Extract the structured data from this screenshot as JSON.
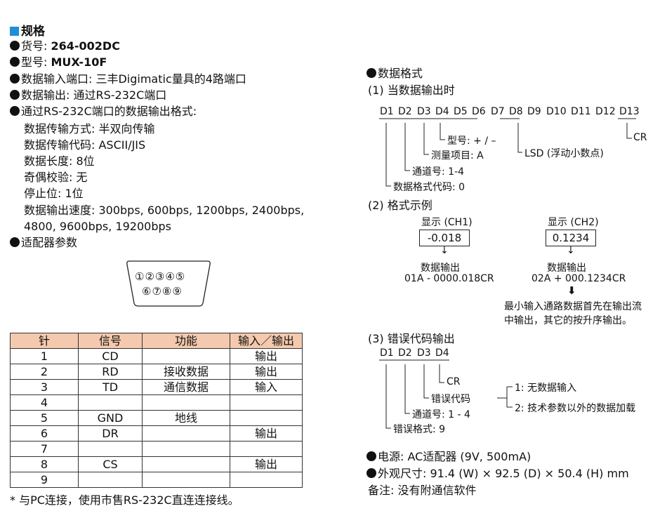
{
  "spec": {
    "heading": "规格",
    "item_no_label": "货号: ",
    "item_no": "264-002DC",
    "model_label": "型号: ",
    "model": "MUX-10F",
    "input_port": "数据输入端口: 三丰Digimatic量具的4路端口",
    "output": "数据输出: 通过RS-232C端口",
    "format_title": "通过RS-232C端口的数据输出格式:",
    "format_lines": [
      "数据传输方式: 半双向传输",
      "数据传输代码: ASCII/JIS",
      "数据长度: 8位",
      "奇偶校验: 无",
      "停止位: 1位",
      "数据输出速度: 300bps, 600bps, 1200bps, 2400bps,",
      "4800, 9600bps, 19200bps"
    ],
    "adapter_title": "适配器参数"
  },
  "connector": {
    "row1": "①②③④⑤",
    "row2": "⑥⑦⑧⑨"
  },
  "pin_table": {
    "headers": [
      "针",
      "信号",
      "功能",
      "输入／输出"
    ],
    "rows": [
      [
        "1",
        "CD",
        "",
        "输出"
      ],
      [
        "2",
        "RD",
        "接收数据",
        "输出"
      ],
      [
        "3",
        "TD",
        "通信数据",
        "输入"
      ],
      [
        "4",
        "",
        "",
        ""
      ],
      [
        "5",
        "GND",
        "地线",
        ""
      ],
      [
        "6",
        "DR",
        "",
        "输出"
      ],
      [
        "7",
        "",
        "",
        ""
      ],
      [
        "8",
        "CS",
        "",
        "输出"
      ],
      [
        "9",
        "",
        "",
        ""
      ]
    ],
    "footnote": "* 与PC连接，使用市售RS-232C直连连接线。"
  },
  "data_format": {
    "title": "数据格式",
    "sec1_title": "(1) 当数据输出时",
    "sec1_fields": [
      "D1",
      "D2",
      "D3",
      "D4",
      "D5",
      "D6",
      "D7",
      "D8",
      "D9",
      "D10",
      "D11",
      "D12",
      "D13"
    ],
    "sec1_notes": {
      "model": "型号: + / –",
      "cr": "CR",
      "item": "测量项目: A",
      "lsd": "LSD (浮动小数点)",
      "channel": "通道号: 1-4",
      "code": "数据格式代码: 0"
    },
    "sec2_title": "(2) 格式示例",
    "ch1_label": "显示 (CH1)",
    "ch1_value": "-0.018",
    "ch1_out_label": "数据输出",
    "ch1_out": "01A - 0000.018CR",
    "ch2_label": "显示 (CH2)",
    "ch2_value": "0.1234",
    "ch2_out_label": "数据输出",
    "ch2_out": "02A + 000.1234CR",
    "note_line1": "最小输入通路数据首先在输出流",
    "note_line2": "中输出，其它的按升序输出。",
    "sec3_title": "(3) 错误代码输出",
    "sec3_fields": [
      "D1",
      "D2",
      "D3",
      "D4"
    ],
    "sec3_notes": {
      "cr": "CR",
      "err": "错误代码",
      "channel": "通道号: 1 - 4",
      "format": "错误格式: 9",
      "e1": "1: 无数据输入",
      "e2": "2: 技术参数以外的数据加载"
    }
  },
  "power": {
    "power": "电源: AC适配器 (9V, 500mA)",
    "size": "外观尺寸: 91.4 (W) × 92.5 (D) × 50.4 (H) mm",
    "remark": "备注: 没有附通信软件"
  }
}
